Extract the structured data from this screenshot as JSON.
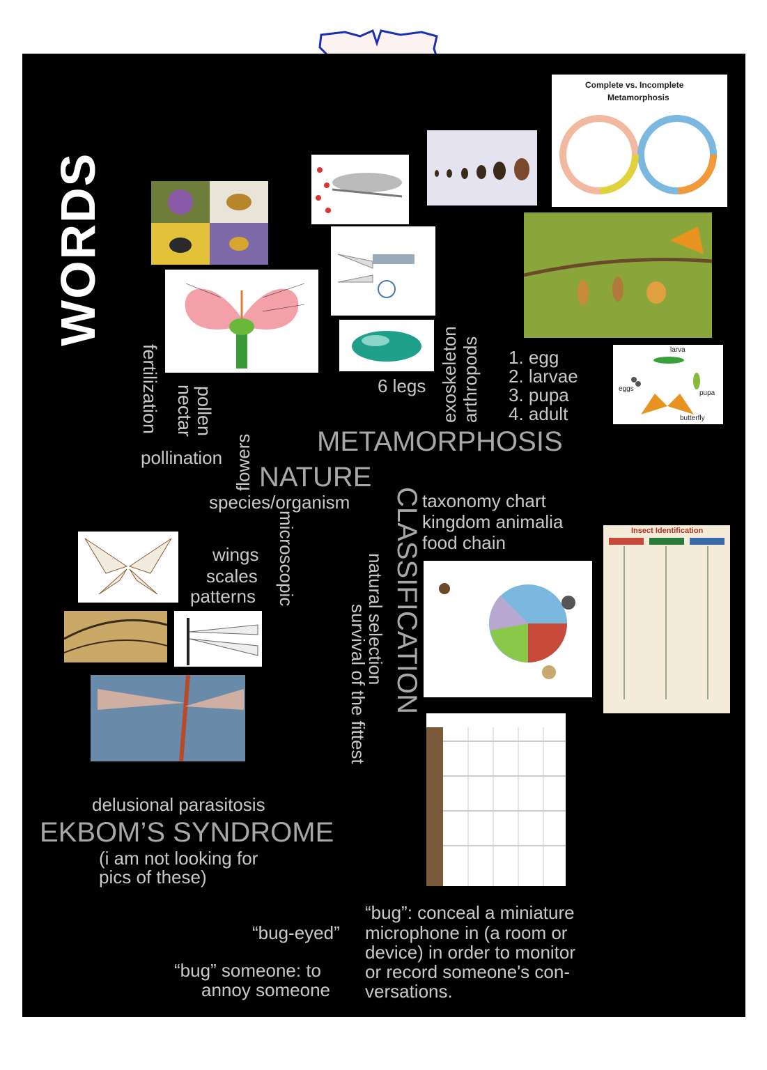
{
  "title": "WORDS",
  "words": {
    "fertilization": "fertilization",
    "nectar": "nectar",
    "pollen": "pollen",
    "pollination": "pollination",
    "flowers": "flowers",
    "nature": "NATURE",
    "species": "species/organism",
    "microscopic": "microscopic",
    "wings": "wings",
    "scales": "scales",
    "patterns": "patterns",
    "six_legs": "6 legs",
    "exoskeleton": "exoskeleton",
    "arthropods": "arthropods",
    "stage1": "1. egg",
    "stage2": "2. larvae",
    "stage3": "3. pupa",
    "stage4": "4. adult",
    "metamorphosis": "METAMORPHOSIS",
    "classification": "CLASSIFICATION",
    "taxonomy": "taxonomy chart",
    "kingdom": "kingdom animalia",
    "food_chain": "food chain",
    "natural_selection": "natural selection",
    "survival": "survival of the fittest",
    "delusional": "delusional parasitosis",
    "ekbom": "EKBOM’S SYNDROME",
    "note1": "(i am not looking for",
    "note2": "pics of these)",
    "bug_eyed": "“bug-eyed”",
    "bug_someone1": "“bug” someone: to",
    "bug_someone2": "annoy someone",
    "bug_def1": "“bug”: conceal a miniature",
    "bug_def2": "microphone in (a room or",
    "bug_def3": "device) in order to monitor",
    "bug_def4": "or record someone's con-",
    "bug_def5": "versations."
  },
  "images": {
    "meta_chart_title1": "Complete vs. Incomplete",
    "meta_chart_title2": "Metamorphosis",
    "butterfly_larva": "larva",
    "butterfly_eggs": "eggs",
    "butterfly_pupa": "pupa",
    "butterfly_adult": "butterfly",
    "insect_id_title": "Insect Identification"
  },
  "colors": {
    "background": "#000000",
    "text": "#c9c9c9",
    "heading": "#a8a8a8",
    "tape_fill": "#fdf2f2",
    "tape_stroke": "#1b2fb0"
  }
}
